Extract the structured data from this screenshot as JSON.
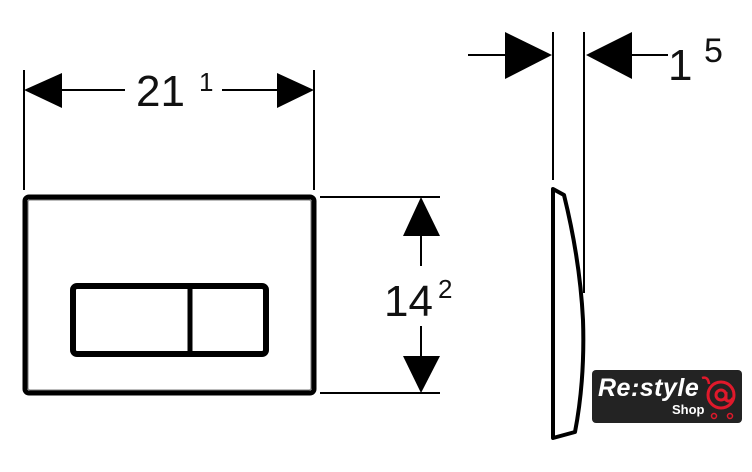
{
  "dimensions": {
    "width": {
      "main": "21",
      "sup": "1"
    },
    "height": {
      "main": "14",
      "sup": "2"
    },
    "depth": {
      "main": "1",
      "sup": "5"
    }
  },
  "logo": {
    "brand": "Re:style",
    "sub": "Shop",
    "accent_color": "#e0192b"
  }
}
